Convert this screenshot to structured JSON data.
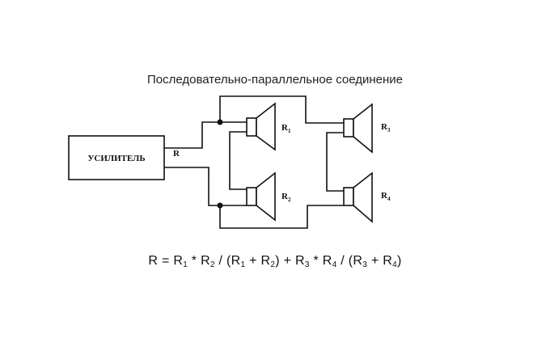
{
  "title": "Последовательно-параллельное соединение",
  "amplifier": {
    "label": "УСИЛИТЕЛЬ"
  },
  "wire_label": "R",
  "speakers": [
    {
      "id": "R1",
      "label_main": "R",
      "label_sub": "1",
      "icon": "speaker-icon"
    },
    {
      "id": "R2",
      "label_main": "R",
      "label_sub": "2",
      "icon": "speaker-icon"
    },
    {
      "id": "R3",
      "label_main": "R",
      "label_sub": "3",
      "icon": "speaker-icon"
    },
    {
      "id": "R4",
      "label_main": "R",
      "label_sub": "4",
      "icon": "speaker-icon"
    }
  ],
  "formula": {
    "parts": [
      {
        "t": "R = R"
      },
      {
        "s": "1"
      },
      {
        "t": " * R"
      },
      {
        "s": "2"
      },
      {
        "t": " / (R"
      },
      {
        "s": "1"
      },
      {
        "t": " + R"
      },
      {
        "s": "2"
      },
      {
        "t": ") + R"
      },
      {
        "s": "3"
      },
      {
        "t": " * R"
      },
      {
        "s": "4"
      },
      {
        "t": " / (R"
      },
      {
        "s": "3"
      },
      {
        "t": " + R"
      },
      {
        "s": "4"
      },
      {
        "t": ")"
      }
    ]
  },
  "colors": {
    "line": "#111111",
    "background": "#ffffff"
  }
}
